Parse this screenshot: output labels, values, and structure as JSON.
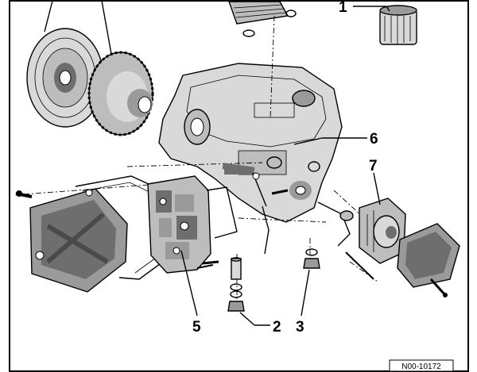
{
  "diagram": {
    "callouts": [
      {
        "id": "1",
        "label": "1"
      },
      {
        "id": "2",
        "label": "2"
      },
      {
        "id": "3",
        "label": "3"
      },
      {
        "id": "5",
        "label": "5"
      },
      {
        "id": "6",
        "label": "6"
      },
      {
        "id": "7",
        "label": "7"
      }
    ],
    "reference_code": "N00-10172"
  }
}
